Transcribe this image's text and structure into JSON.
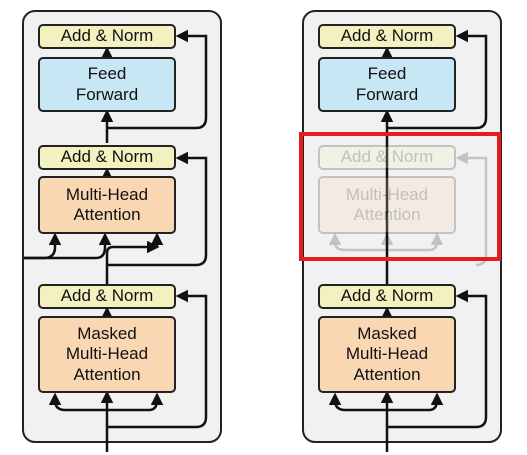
{
  "panels": [
    {
      "id": "left",
      "blocks": {
        "norm_top": "Add & Norm",
        "feed_forward": "Feed\nForward",
        "norm_mid": "Add & Norm",
        "cross_attention": "Multi-Head\nAttention",
        "norm_bottom": "Add & Norm",
        "masked_attention": "Masked\nMulti-Head\nAttention"
      }
    },
    {
      "id": "right",
      "blocks": {
        "norm_top": "Add & Norm",
        "feed_forward": "Feed\nForward",
        "norm_mid": "Add & Norm",
        "cross_attention": "Multi-Head\nAttention",
        "norm_bottom": "Add & Norm",
        "masked_attention": "Masked\nMulti-Head\nAttention"
      },
      "removed_sublayer": "cross_attention",
      "highlight_color": "#e41e1e"
    }
  ],
  "colors": {
    "add_norm": "#f3f1bf",
    "feed_forward": "#c7e7f4",
    "attention": "#fad7b3",
    "stack_background": "#f1f1f1"
  }
}
